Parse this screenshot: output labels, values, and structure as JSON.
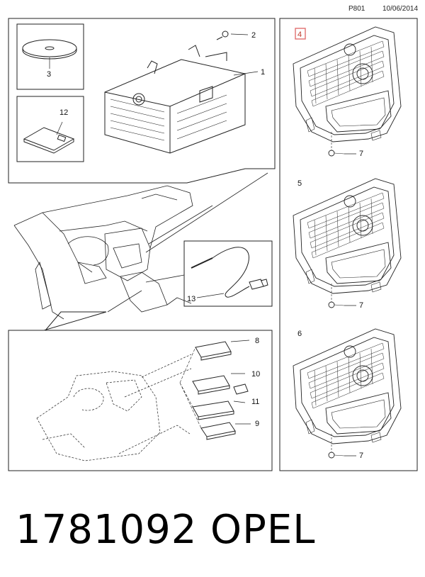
{
  "header": {
    "page_code": "P801",
    "date": "10/06/2014"
  },
  "callouts": {
    "c1": "1",
    "c2": "2",
    "c3": "3",
    "c4": "4",
    "c5": "5",
    "c6": "6",
    "c7a": "7",
    "c7b": "7",
    "c7c": "7",
    "c8": "8",
    "c9": "9",
    "c10": "10",
    "c11": "11",
    "c12": "12",
    "c13": "13"
  },
  "highlight_color": "#e07070",
  "footer": {
    "part_number": "1781092",
    "brand": "OPEL"
  }
}
